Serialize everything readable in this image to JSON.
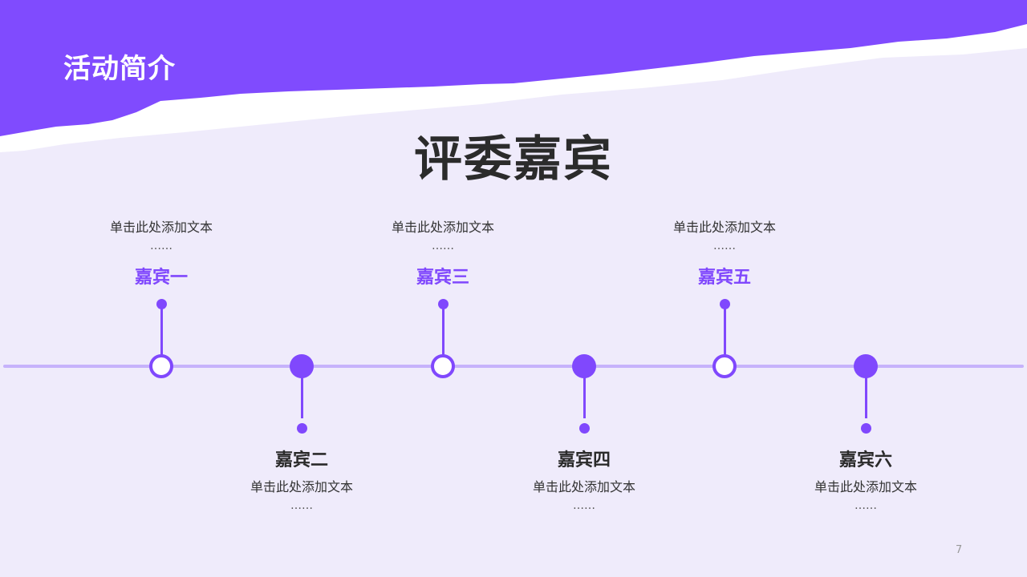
{
  "header": {
    "title": "活动简介"
  },
  "main": {
    "title": "评委嘉宾"
  },
  "colors": {
    "accent": "#8048fd",
    "line": "#c6b2fb",
    "background": "#efebfb"
  },
  "guests": [
    {
      "name": "嘉宾一",
      "desc": "单击此处添加文本",
      "more": "……",
      "position": "top"
    },
    {
      "name": "嘉宾二",
      "desc": "单击此处添加文本",
      "more": "……",
      "position": "bottom"
    },
    {
      "name": "嘉宾三",
      "desc": "单击此处添加文本",
      "more": "……",
      "position": "top"
    },
    {
      "name": "嘉宾四",
      "desc": "单击此处添加文本",
      "more": "……",
      "position": "bottom"
    },
    {
      "name": "嘉宾五",
      "desc": "单击此处添加文本",
      "more": "……",
      "position": "top"
    },
    {
      "name": "嘉宾六",
      "desc": "单击此处添加文本",
      "more": "……",
      "position": "bottom"
    }
  ],
  "page_number": "7"
}
